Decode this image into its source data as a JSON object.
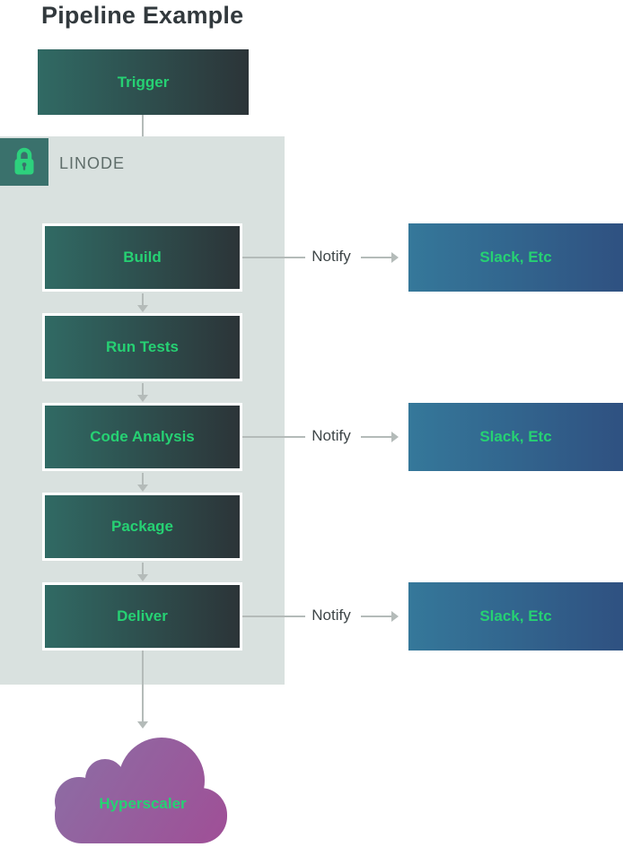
{
  "title": "Pipeline Example",
  "trigger": {
    "label": "Trigger"
  },
  "container": {
    "label": "LINODE",
    "lock_icon": "lock-icon"
  },
  "pipeline": {
    "stages": [
      {
        "label": "Build"
      },
      {
        "label": "Run Tests"
      },
      {
        "label": "Code Analysis"
      },
      {
        "label": "Package"
      },
      {
        "label": "Deliver"
      }
    ]
  },
  "notify_rows": [
    {
      "source": "Build",
      "label": "Notify",
      "target": "Slack, Etc"
    },
    {
      "source": "Code Analysis",
      "label": "Notify",
      "target": "Slack, Etc"
    },
    {
      "source": "Deliver",
      "label": "Notify",
      "target": "Slack, Etc"
    }
  ],
  "cloud": {
    "label": "Hyperscaler"
  },
  "colors": {
    "stage_gradient_start": "#306a64",
    "stage_gradient_end": "#2c3438",
    "slack_gradient_start": "#35789a",
    "slack_gradient_end": "#2f5181",
    "cloud_gradient_start": "#8b6fa5",
    "cloud_gradient_end": "#a04e96",
    "label_green": "#26d173",
    "container_bg": "#d9e1df",
    "lock_badge_bg": "#3a716c",
    "lock_green": "#2dd17d",
    "linode_text": "#5f6d6a",
    "notify_text": "#3e4648",
    "arrow_gray": "#b4bbb9",
    "title_text": "#32393d"
  }
}
